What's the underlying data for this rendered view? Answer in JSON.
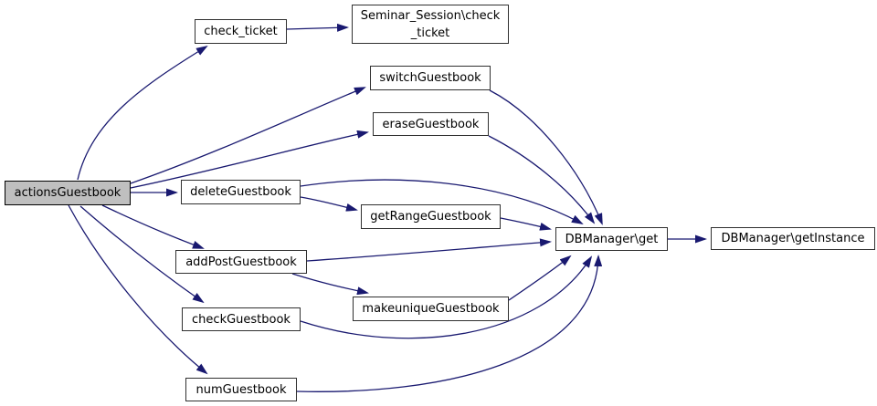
{
  "diagram": {
    "type": "call-graph",
    "colors": {
      "edge": "#191970",
      "node_border": "#303030",
      "node_fill": "#ffffff",
      "highlight_fill": "#bfbfbf",
      "text": "#000000",
      "background": "#ffffff"
    },
    "nodes": [
      {
        "id": "actionsGuestbook",
        "label": "actionsGuestbook",
        "highlighted": true
      },
      {
        "id": "check_ticket",
        "label": "check_ticket",
        "highlighted": false
      },
      {
        "id": "seminar_session_check_ticket",
        "label": "Seminar_Session\\check\n_ticket",
        "highlighted": false
      },
      {
        "id": "switchGuestbook",
        "label": "switchGuestbook",
        "highlighted": false
      },
      {
        "id": "eraseGuestbook",
        "label": "eraseGuestbook",
        "highlighted": false
      },
      {
        "id": "deleteGuestbook",
        "label": "deleteGuestbook",
        "highlighted": false
      },
      {
        "id": "getRangeGuestbook",
        "label": "getRangeGuestbook",
        "highlighted": false
      },
      {
        "id": "addPostGuestbook",
        "label": "addPostGuestbook",
        "highlighted": false
      },
      {
        "id": "makeuniqueGuestbook",
        "label": "makeuniqueGuestbook",
        "highlighted": false
      },
      {
        "id": "checkGuestbook",
        "label": "checkGuestbook",
        "highlighted": false
      },
      {
        "id": "numGuestbook",
        "label": "numGuestbook",
        "highlighted": false
      },
      {
        "id": "dbmanager_get",
        "label": "DBManager\\get",
        "highlighted": false
      },
      {
        "id": "dbmanager_getinstance",
        "label": "DBManager\\getInstance",
        "highlighted": false
      }
    ],
    "edges": [
      {
        "from": "actionsGuestbook",
        "to": "check_ticket"
      },
      {
        "from": "actionsGuestbook",
        "to": "switchGuestbook"
      },
      {
        "from": "actionsGuestbook",
        "to": "eraseGuestbook"
      },
      {
        "from": "actionsGuestbook",
        "to": "deleteGuestbook"
      },
      {
        "from": "actionsGuestbook",
        "to": "addPostGuestbook"
      },
      {
        "from": "actionsGuestbook",
        "to": "checkGuestbook"
      },
      {
        "from": "actionsGuestbook",
        "to": "numGuestbook"
      },
      {
        "from": "check_ticket",
        "to": "seminar_session_check_ticket"
      },
      {
        "from": "switchGuestbook",
        "to": "dbmanager_get"
      },
      {
        "from": "eraseGuestbook",
        "to": "dbmanager_get"
      },
      {
        "from": "deleteGuestbook",
        "to": "dbmanager_get"
      },
      {
        "from": "deleteGuestbook",
        "to": "getRangeGuestbook"
      },
      {
        "from": "getRangeGuestbook",
        "to": "dbmanager_get"
      },
      {
        "from": "addPostGuestbook",
        "to": "dbmanager_get"
      },
      {
        "from": "addPostGuestbook",
        "to": "makeuniqueGuestbook"
      },
      {
        "from": "makeuniqueGuestbook",
        "to": "dbmanager_get"
      },
      {
        "from": "checkGuestbook",
        "to": "dbmanager_get"
      },
      {
        "from": "numGuestbook",
        "to": "dbmanager_get"
      },
      {
        "from": "dbmanager_get",
        "to": "dbmanager_getinstance"
      }
    ]
  }
}
